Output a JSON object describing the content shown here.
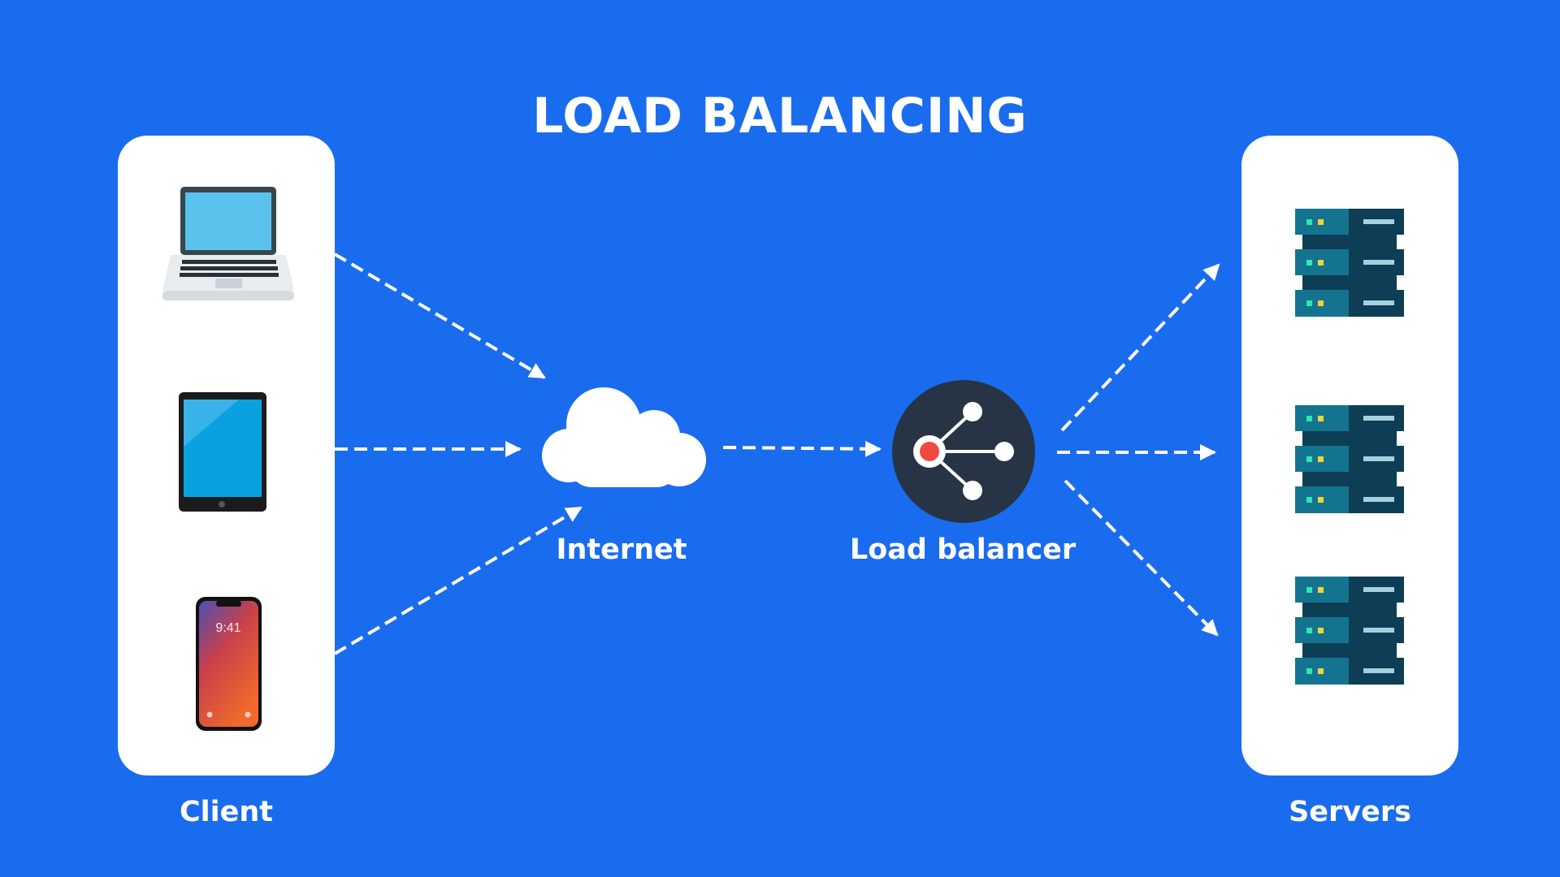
{
  "title": "LOAD BALANCING",
  "labels": {
    "client": "Client",
    "internet": "Internet",
    "load_balancer": "Load balancer",
    "servers": "Servers"
  },
  "devices": {
    "laptop": "laptop-icon",
    "tablet": "tablet-icon",
    "phone": "phone-icon",
    "phone_time": "9:41"
  },
  "icons": {
    "internet": "cloud-icon",
    "load_balancer": "share-network-icon",
    "server": "server-rack-icon"
  },
  "colors": {
    "background": "#1a6cee",
    "panel": "#ffffff",
    "arrow": "#ffffff",
    "balancer_bg": "#263445",
    "balancer_accent": "#f04a3e",
    "server_body": "#14748f",
    "server_dark": "#0d3e56",
    "server_led_green": "#2ee8b0",
    "server_led_yellow": "#f4d23a"
  }
}
